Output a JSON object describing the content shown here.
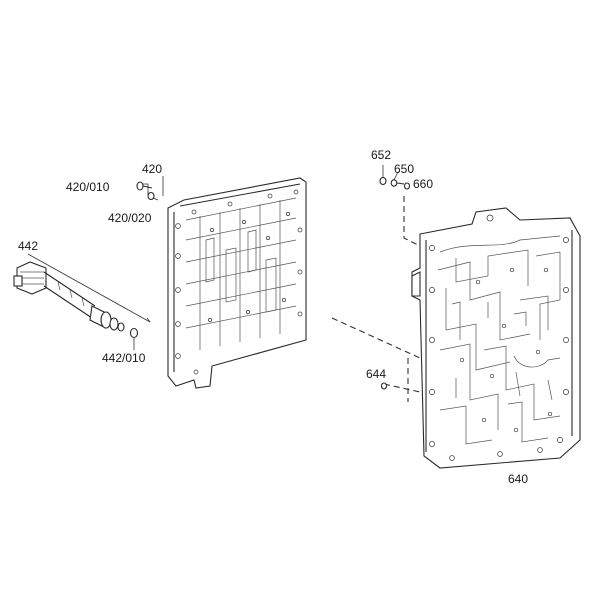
{
  "callouts": {
    "c420": "420",
    "c420_010": "420/010",
    "c420_020": "420/020",
    "c442": "442",
    "c442_010": "442/010",
    "c652": "652",
    "c650": "650",
    "c660": "660",
    "c644": "644",
    "c640": "640"
  },
  "colors": {
    "line": "#2a2a2a",
    "background": "#ffffff"
  }
}
